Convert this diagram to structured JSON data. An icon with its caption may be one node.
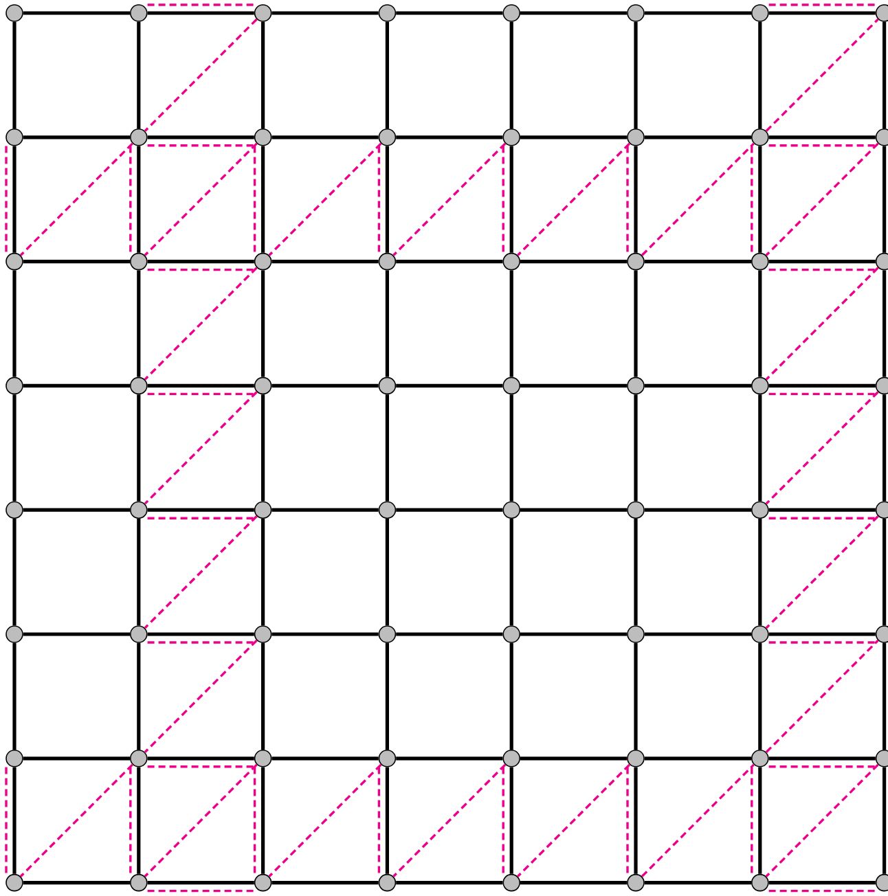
{
  "diagram": {
    "nodes": [
      {
        "text": [],
        "shape": "circle"
      },
      {
        "text": [],
        "shape": "circle"
      },
      {
        "text": [],
        "shape": "circle"
      },
      {
        "text": [],
        "shape": "circle"
      },
      {
        "text": [],
        "shape": "circle"
      },
      {
        "text": [],
        "shape": "circle"
      },
      {
        "text": [],
        "shape": "circle"
      },
      {
        "text": [],
        "shape": "circle"
      },
      {
        "text": [],
        "shape": "circle"
      },
      {
        "text": [],
        "shape": "circle"
      },
      {
        "text": [],
        "shape": "circle"
      },
      {
        "text": [],
        "shape": "circle"
      },
      {
        "text": [],
        "shape": "circle"
      },
      {
        "text": [],
        "shape": "circle"
      },
      {
        "text": [],
        "shape": "circle"
      },
      {
        "text": [],
        "shape": "circle"
      },
      {
        "text": [],
        "shape": "circle"
      },
      {
        "text": [],
        "shape": "circle"
      },
      {
        "text": [],
        "shape": "circle"
      },
      {
        "text": [],
        "shape": "circle"
      },
      {
        "text": [],
        "shape": "circle"
      },
      {
        "text": [],
        "shape": "circle"
      },
      {
        "text": [],
        "shape": "circle"
      },
      {
        "text": [],
        "shape": "circle"
      },
      {
        "text": [],
        "shape": "circle"
      },
      {
        "text": [],
        "shape": "circle"
      },
      {
        "text": [],
        "shape": "circle"
      },
      {
        "text": [],
        "shape": "circle"
      },
      {
        "text": [],
        "shape": "circle"
      },
      {
        "text": [],
        "shape": "circle"
      },
      {
        "text": [],
        "shape": "circle"
      },
      {
        "text": [],
        "shape": "circle"
      },
      {
        "text": [],
        "shape": "circle"
      },
      {
        "text": [],
        "shape": "circle"
      },
      {
        "text": [],
        "shape": "circle"
      },
      {
        "text": [],
        "shape": "circle"
      },
      {
        "text": [],
        "shape": "circle"
      },
      {
        "text": [],
        "shape": "circle"
      },
      {
        "text": [],
        "shape": "circle"
      },
      {
        "text": [],
        "shape": "circle"
      },
      {
        "text": [],
        "shape": "circle"
      },
      {
        "text": [],
        "shape": "circle"
      },
      {
        "text": [],
        "shape": "circle"
      },
      {
        "text": [],
        "shape": "circle"
      },
      {
        "text": [],
        "shape": "circle"
      },
      {
        "text": [],
        "shape": "circle"
      },
      {
        "text": [],
        "shape": "circle"
      },
      {
        "text": [],
        "shape": "circle"
      },
      {
        "text": [],
        "shape": "circle"
      },
      {
        "text": [],
        "shape": "circle"
      },
      {
        "text": [],
        "shape": "circle"
      },
      {
        "text": [],
        "shape": "circle"
      },
      {
        "text": [],
        "shape": "circle"
      },
      {
        "text": [],
        "shape": "circle"
      },
      {
        "text": [],
        "shape": "circle"
      },
      {
        "text": [],
        "shape": "circle"
      },
      {
        "text": [],
        "shape": "circle"
      },
      {
        "text": [],
        "shape": "circle"
      },
      {
        "text": [],
        "shape": "circle"
      },
      {
        "text": [],
        "shape": "circle"
      },
      {
        "text": [],
        "shape": "circle"
      },
      {
        "text": [],
        "shape": "circle"
      },
      {
        "text": [],
        "shape": "circle"
      },
      {
        "text": [],
        "shape": "circle"
      }
    ],
    "edges": [
      {
        "from": 0,
        "to": 1,
        "arrow": "none"
      },
      {
        "from": 1,
        "to": 2,
        "arrow": "none"
      },
      {
        "from": 2,
        "to": 3,
        "arrow": "none"
      },
      {
        "from": 3,
        "to": 4,
        "arrow": "none"
      },
      {
        "from": 4,
        "to": 5,
        "arrow": "none"
      },
      {
        "from": 5,
        "to": 6,
        "arrow": "none"
      },
      {
        "from": 6,
        "to": 7,
        "arrow": "none"
      },
      {
        "from": 8,
        "to": 9,
        "arrow": "none"
      },
      {
        "from": 9,
        "to": 10,
        "arrow": "none"
      },
      {
        "from": 10,
        "to": 11,
        "arrow": "none"
      },
      {
        "from": 11,
        "to": 12,
        "arrow": "none"
      },
      {
        "from": 12,
        "to": 13,
        "arrow": "none"
      },
      {
        "from": 13,
        "to": 14,
        "arrow": "none"
      },
      {
        "from": 14,
        "to": 15,
        "arrow": "none"
      },
      {
        "from": 16,
        "to": 17,
        "arrow": "none"
      },
      {
        "from": 17,
        "to": 18,
        "arrow": "none"
      },
      {
        "from": 18,
        "to": 19,
        "arrow": "none"
      },
      {
        "from": 19,
        "to": 20,
        "arrow": "none"
      },
      {
        "from": 20,
        "to": 21,
        "arrow": "none"
      },
      {
        "from": 21,
        "to": 22,
        "arrow": "none"
      },
      {
        "from": 22,
        "to": 23,
        "arrow": "none"
      },
      {
        "from": 24,
        "to": 25,
        "arrow": "none"
      },
      {
        "from": 25,
        "to": 26,
        "arrow": "none"
      },
      {
        "from": 26,
        "to": 27,
        "arrow": "none"
      },
      {
        "from": 27,
        "to": 28,
        "arrow": "none"
      },
      {
        "from": 28,
        "to": 29,
        "arrow": "none"
      },
      {
        "from": 29,
        "to": 30,
        "arrow": "none"
      },
      {
        "from": 30,
        "to": 31,
        "arrow": "none"
      },
      {
        "from": 32,
        "to": 33,
        "arrow": "none"
      },
      {
        "from": 33,
        "to": 34,
        "arrow": "none"
      },
      {
        "from": 34,
        "to": 35,
        "arrow": "none"
      },
      {
        "from": 35,
        "to": 36,
        "arrow": "none"
      },
      {
        "from": 36,
        "to": 37,
        "arrow": "none"
      },
      {
        "from": 37,
        "to": 38,
        "arrow": "none"
      },
      {
        "from": 38,
        "to": 39,
        "arrow": "none"
      },
      {
        "from": 40,
        "to": 41,
        "arrow": "none"
      },
      {
        "from": 41,
        "to": 42,
        "arrow": "none"
      },
      {
        "from": 42,
        "to": 43,
        "arrow": "none"
      },
      {
        "from": 43,
        "to": 44,
        "arrow": "none"
      },
      {
        "from": 44,
        "to": 45,
        "arrow": "none"
      },
      {
        "from": 45,
        "to": 46,
        "arrow": "none"
      },
      {
        "from": 46,
        "to": 47,
        "arrow": "none"
      },
      {
        "from": 48,
        "to": 49,
        "arrow": "none"
      },
      {
        "from": 49,
        "to": 50,
        "arrow": "none"
      },
      {
        "from": 50,
        "to": 51,
        "arrow": "none"
      },
      {
        "from": 51,
        "to": 52,
        "arrow": "none"
      },
      {
        "from": 52,
        "to": 53,
        "arrow": "none"
      },
      {
        "from": 53,
        "to": 54,
        "arrow": "none"
      },
      {
        "from": 54,
        "to": 55,
        "arrow": "none"
      },
      {
        "from": 56,
        "to": 57,
        "arrow": "none"
      },
      {
        "from": 57,
        "to": 58,
        "arrow": "none"
      },
      {
        "from": 58,
        "to": 59,
        "arrow": "none"
      },
      {
        "from": 59,
        "to": 60,
        "arrow": "none"
      },
      {
        "from": 60,
        "to": 61,
        "arrow": "none"
      },
      {
        "from": 61,
        "to": 62,
        "arrow": "none"
      },
      {
        "from": 62,
        "to": 63,
        "arrow": "none"
      },
      {
        "from": 0,
        "to": 8,
        "arrow": "none"
      },
      {
        "from": 1,
        "to": 9,
        "arrow": "none"
      },
      {
        "from": 2,
        "to": 10,
        "arrow": "none"
      },
      {
        "from": 3,
        "to": 11,
        "arrow": "none"
      },
      {
        "from": 4,
        "to": 12,
        "arrow": "none"
      },
      {
        "from": 5,
        "to": 13,
        "arrow": "none"
      },
      {
        "from": 6,
        "to": 14,
        "arrow": "none"
      },
      {
        "from": 7,
        "to": 15,
        "arrow": "none"
      },
      {
        "from": 8,
        "to": 16,
        "arrow": "none"
      },
      {
        "from": 9,
        "to": 17,
        "arrow": "none"
      },
      {
        "from": 10,
        "to": 18,
        "arrow": "none"
      },
      {
        "from": 11,
        "to": 19,
        "arrow": "none"
      },
      {
        "from": 12,
        "to": 20,
        "arrow": "none"
      },
      {
        "from": 13,
        "to": 21,
        "arrow": "none"
      },
      {
        "from": 14,
        "to": 22,
        "arrow": "none"
      },
      {
        "from": 15,
        "to": 23,
        "arrow": "none"
      },
      {
        "from": 16,
        "to": 24,
        "arrow": "none"
      },
      {
        "from": 17,
        "to": 25,
        "arrow": "none"
      },
      {
        "from": 18,
        "to": 26,
        "arrow": "none"
      },
      {
        "from": 19,
        "to": 27,
        "arrow": "none"
      },
      {
        "from": 20,
        "to": 28,
        "arrow": "none"
      },
      {
        "from": 21,
        "to": 29,
        "arrow": "none"
      },
      {
        "from": 22,
        "to": 30,
        "arrow": "none"
      },
      {
        "from": 23,
        "to": 31,
        "arrow": "none"
      },
      {
        "from": 24,
        "to": 32,
        "arrow": "none"
      },
      {
        "from": 25,
        "to": 33,
        "arrow": "none"
      },
      {
        "from": 26,
        "to": 34,
        "arrow": "none"
      },
      {
        "from": 27,
        "to": 35,
        "arrow": "none"
      },
      {
        "from": 28,
        "to": 36,
        "arrow": "none"
      },
      {
        "from": 29,
        "to": 37,
        "arrow": "none"
      },
      {
        "from": 30,
        "to": 38,
        "arrow": "none"
      },
      {
        "from": 31,
        "to": 39,
        "arrow": "none"
      },
      {
        "from": 32,
        "to": 40,
        "arrow": "none"
      },
      {
        "from": 33,
        "to": 41,
        "arrow": "none"
      },
      {
        "from": 34,
        "to": 42,
        "arrow": "none"
      },
      {
        "from": 35,
        "to": 43,
        "arrow": "none"
      },
      {
        "from": 36,
        "to": 44,
        "arrow": "none"
      },
      {
        "from": 37,
        "to": 45,
        "arrow": "none"
      },
      {
        "from": 38,
        "to": 46,
        "arrow": "none"
      },
      {
        "from": 39,
        "to": 47,
        "arrow": "none"
      },
      {
        "from": 40,
        "to": 48,
        "arrow": "none"
      },
      {
        "from": 41,
        "to": 49,
        "arrow": "none"
      },
      {
        "from": 42,
        "to": 50,
        "arrow": "none"
      },
      {
        "from": 43,
        "to": 51,
        "arrow": "none"
      },
      {
        "from": 44,
        "to": 52,
        "arrow": "none"
      },
      {
        "from": 45,
        "to": 53,
        "arrow": "none"
      },
      {
        "from": 46,
        "to": 54,
        "arrow": "none"
      },
      {
        "from": 47,
        "to": 55,
        "arrow": "none"
      },
      {
        "from": 48,
        "to": 56,
        "arrow": "none"
      },
      {
        "from": 49,
        "to": 57,
        "arrow": "none"
      },
      {
        "from": 50,
        "to": 58,
        "arrow": "none"
      },
      {
        "from": 51,
        "to": 59,
        "arrow": "none"
      },
      {
        "from": 52,
        "to": 60,
        "arrow": "none"
      },
      {
        "from": 53,
        "to": 61,
        "arrow": "none"
      },
      {
        "from": 54,
        "to": 62,
        "arrow": "none"
      },
      {
        "from": 55,
        "to": 63,
        "arrow": "none"
      },
      {
        "from": 1,
        "to": 2,
        "arrow": "none",
        "style": "dashed",
        "color": "#ec008c"
      },
      {
        "from": 2,
        "to": 9,
        "arrow": "none",
        "style": "dashed",
        "color": "#ec008c"
      },
      {
        "from": 9,
        "to": 16,
        "arrow": "none",
        "style": "dashed",
        "color": "#ec008c"
      },
      {
        "from": 8,
        "to": 16,
        "arrow": "none",
        "style": "dashed",
        "color": "#ec008c"
      },
      {
        "from": 9,
        "to": 10,
        "arrow": "none",
        "style": "dashed",
        "color": "#ec008c"
      },
      {
        "from": 9,
        "to": 17,
        "arrow": "none",
        "style": "dashed",
        "color": "#ec008c"
      },
      {
        "from": 10,
        "to": 18,
        "arrow": "none",
        "style": "dashed",
        "color": "#ec008c"
      },
      {
        "from": 17,
        "to": 18,
        "arrow": "none",
        "style": "dashed",
        "color": "#ec008c"
      },
      {
        "from": 10,
        "to": 17,
        "arrow": "none",
        "style": "dashed",
        "color": "#ec008c"
      },
      {
        "from": 11,
        "to": 18,
        "arrow": "none",
        "style": "dashed",
        "color": "#ec008c"
      },
      {
        "from": 18,
        "to": 25,
        "arrow": "none",
        "style": "dashed",
        "color": "#ec008c"
      },
      {
        "from": 11,
        "to": 19,
        "arrow": "none",
        "style": "dashed",
        "color": "#ec008c"
      },
      {
        "from": 12,
        "to": 19,
        "arrow": "none",
        "style": "dashed",
        "color": "#ec008c"
      },
      {
        "from": 12,
        "to": 20,
        "arrow": "none",
        "style": "dashed",
        "color": "#ec008c"
      },
      {
        "from": 13,
        "to": 20,
        "arrow": "none",
        "style": "dashed",
        "color": "#ec008c"
      },
      {
        "from": 13,
        "to": 21,
        "arrow": "none",
        "style": "dashed",
        "color": "#ec008c"
      },
      {
        "from": 21,
        "to": 14,
        "arrow": "none",
        "style": "dashed",
        "color": "#ec008c"
      },
      {
        "from": 14,
        "to": 7,
        "arrow": "none",
        "style": "dashed",
        "color": "#ec008c"
      },
      {
        "from": 6,
        "to": 7,
        "arrow": "none",
        "style": "dashed",
        "color": "#ec008c"
      },
      {
        "from": 14,
        "to": 22,
        "arrow": "none",
        "style": "dashed",
        "color": "#ec008c"
      },
      {
        "from": 14,
        "to": 15,
        "arrow": "none",
        "style": "dashed",
        "color": "#ec008c"
      },
      {
        "from": 15,
        "to": 22,
        "arrow": "none",
        "style": "dashed",
        "color": "#ec008c"
      },
      {
        "from": 22,
        "to": 23,
        "arrow": "none",
        "style": "dashed",
        "color": "#ec008c"
      },
      {
        "from": 23,
        "to": 30,
        "arrow": "none",
        "style": "dashed",
        "color": "#ec008c"
      },
      {
        "from": 25,
        "to": 26,
        "arrow": "none",
        "style": "dashed",
        "color": "#ec008c"
      },
      {
        "from": 26,
        "to": 33,
        "arrow": "none",
        "style": "dashed",
        "color": "#ec008c"
      },
      {
        "from": 33,
        "to": 34,
        "arrow": "none",
        "style": "dashed",
        "color": "#ec008c"
      },
      {
        "from": 34,
        "to": 41,
        "arrow": "none",
        "style": "dashed",
        "color": "#ec008c"
      },
      {
        "from": 30,
        "to": 31,
        "arrow": "none",
        "style": "dashed",
        "color": "#ec008c"
      },
      {
        "from": 31,
        "to": 38,
        "arrow": "none",
        "style": "dashed",
        "color": "#ec008c"
      },
      {
        "from": 38,
        "to": 39,
        "arrow": "none",
        "style": "dashed",
        "color": "#ec008c"
      },
      {
        "from": 39,
        "to": 46,
        "arrow": "none",
        "style": "dashed",
        "color": "#ec008c"
      },
      {
        "from": 41,
        "to": 42,
        "arrow": "none",
        "style": "dashed",
        "color": "#ec008c"
      },
      {
        "from": 42,
        "to": 49,
        "arrow": "none",
        "style": "dashed",
        "color": "#ec008c"
      },
      {
        "from": 49,
        "to": 56,
        "arrow": "none",
        "style": "dashed",
        "color": "#ec008c"
      },
      {
        "from": 48,
        "to": 56,
        "arrow": "none",
        "style": "dashed",
        "color": "#ec008c"
      },
      {
        "from": 49,
        "to": 50,
        "arrow": "none",
        "style": "dashed",
        "color": "#ec008c"
      },
      {
        "from": 49,
        "to": 57,
        "arrow": "none",
        "style": "dashed",
        "color": "#ec008c"
      },
      {
        "from": 50,
        "to": 58,
        "arrow": "none",
        "style": "dashed",
        "color": "#ec008c"
      },
      {
        "from": 57,
        "to": 58,
        "arrow": "none",
        "style": "dashed",
        "color": "#ec008c"
      },
      {
        "from": 50,
        "to": 57,
        "arrow": "none",
        "style": "dashed",
        "color": "#ec008c"
      },
      {
        "from": 51,
        "to": 58,
        "arrow": "none",
        "style": "dashed",
        "color": "#ec008c"
      },
      {
        "from": 51,
        "to": 59,
        "arrow": "none",
        "style": "dashed",
        "color": "#ec008c"
      },
      {
        "from": 52,
        "to": 59,
        "arrow": "none",
        "style": "dashed",
        "color": "#ec008c"
      },
      {
        "from": 52,
        "to": 60,
        "arrow": "none",
        "style": "dashed",
        "color": "#ec008c"
      },
      {
        "from": 53,
        "to": 60,
        "arrow": "none",
        "style": "dashed",
        "color": "#ec008c"
      },
      {
        "from": 53,
        "to": 61,
        "arrow": "none",
        "style": "dashed",
        "color": "#ec008c"
      },
      {
        "from": 61,
        "to": 54,
        "arrow": "none",
        "style": "dashed",
        "color": "#ec008c"
      },
      {
        "from": 54,
        "to": 47,
        "arrow": "none",
        "style": "dashed",
        "color": "#ec008c"
      },
      {
        "from": 46,
        "to": 47,
        "arrow": "none",
        "style": "dashed",
        "color": "#ec008c"
      },
      {
        "from": 54,
        "to": 62,
        "arrow": "none",
        "style": "dashed",
        "color": "#ec008c"
      },
      {
        "from": 54,
        "to": 55,
        "arrow": "none",
        "style": "dashed",
        "color": "#ec008c"
      },
      {
        "from": 55,
        "to": 62,
        "arrow": "none",
        "style": "dashed",
        "color": "#ec008c"
      },
      {
        "from": 62,
        "to": 63,
        "arrow": "none",
        "style": "dashed",
        "color": "#ec008c"
      }
    ]
  }
}
